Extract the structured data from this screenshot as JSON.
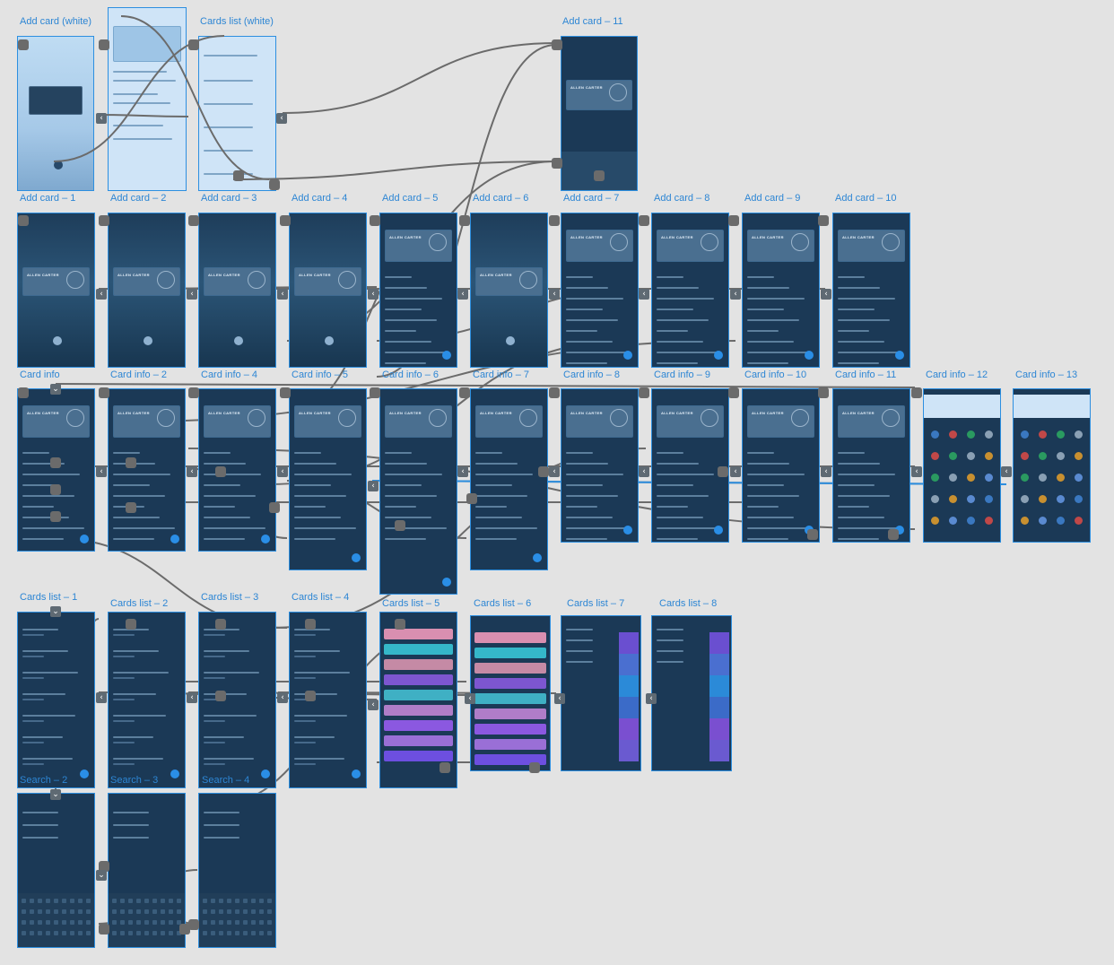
{
  "canvas_title": "Prototype board",
  "artboards": [
    {
      "label": "Add card (white)"
    },
    {
      "label": "Cards list (white)"
    },
    {
      "label": "Add card – 11"
    },
    {
      "label": "Add card – 1"
    },
    {
      "label": "Add card – 2"
    },
    {
      "label": "Add card – 3"
    },
    {
      "label": "Add card – 4"
    },
    {
      "label": "Add card – 5"
    },
    {
      "label": "Add card – 6"
    },
    {
      "label": "Add card – 7"
    },
    {
      "label": "Add card – 8"
    },
    {
      "label": "Add card – 9"
    },
    {
      "label": "Add card – 10"
    },
    {
      "label": "Card info"
    },
    {
      "label": "Card info – 2"
    },
    {
      "label": "Card info – 4"
    },
    {
      "label": "Card info – 5"
    },
    {
      "label": "Card info – 6"
    },
    {
      "label": "Card info – 7"
    },
    {
      "label": "Card info – 8"
    },
    {
      "label": "Card info – 9"
    },
    {
      "label": "Card info – 10"
    },
    {
      "label": "Card info – 11"
    },
    {
      "label": "Card info – 12"
    },
    {
      "label": "Card info – 13"
    },
    {
      "label": "Cards list – 1"
    },
    {
      "label": "Cards list – 2"
    },
    {
      "label": "Cards list – 3"
    },
    {
      "label": "Cards list – 4"
    },
    {
      "label": "Cards list – 5"
    },
    {
      "label": "Cards list – 6"
    },
    {
      "label": "Cards list – 7"
    },
    {
      "label": "Cards list – 8"
    },
    {
      "label": "Search – 2"
    },
    {
      "label": "Search – 3"
    },
    {
      "label": "Search – 4"
    }
  ],
  "card_name": "ALLEN CARTER",
  "colors": {
    "accent": "#2d8fe0",
    "dark": "#1b3956",
    "wire": "#6b6b6b",
    "canvas": "#e3e3e3"
  }
}
